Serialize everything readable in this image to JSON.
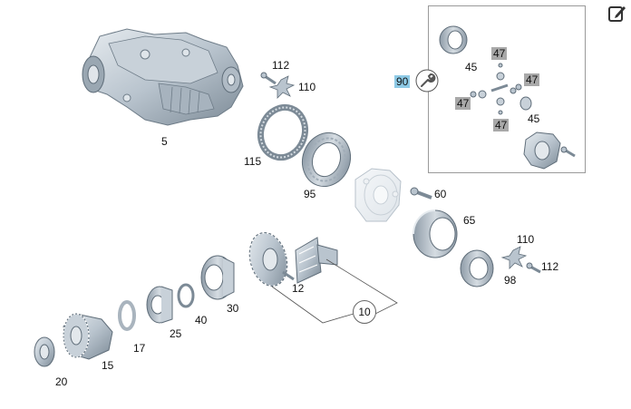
{
  "diagram": {
    "labels": {
      "p5": "5",
      "p112a": "112",
      "p110a": "110",
      "p115": "115",
      "p95": "95",
      "p60": "60",
      "p65": "65",
      "p110b": "110",
      "p112b": "112",
      "p98": "98",
      "p12": "12",
      "p10": "10",
      "p30": "30",
      "p40": "40",
      "p25": "25",
      "p17": "17",
      "p15": "15",
      "p20": "20",
      "p45a": "45",
      "p45b": "45",
      "p47a": "47",
      "p47b": "47",
      "p47c": "47",
      "p47d": "47",
      "p90": "90"
    }
  },
  "icons": {
    "edit": "edit-icon",
    "wrench": "wrench-icon"
  },
  "colors": {
    "part_fill": "#b9c4ce",
    "part_dark": "#7c8a96",
    "part_light": "#e3e8ec",
    "callout_line": "#555555",
    "badge_grey": "#a9a9a9",
    "badge_blue": "#8ecae6"
  }
}
